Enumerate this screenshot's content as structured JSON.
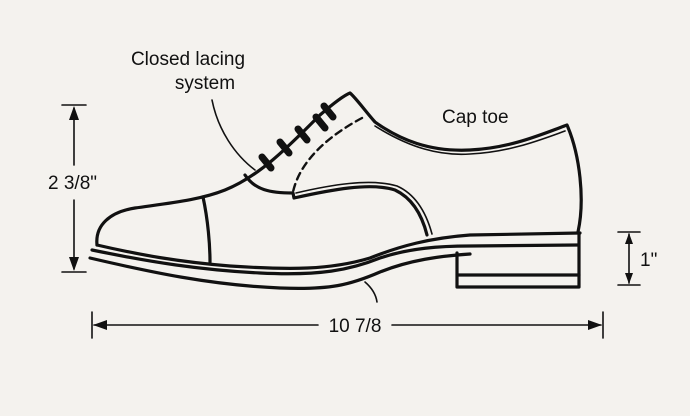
{
  "labels": {
    "lacing_line1": "Closed lacing",
    "lacing_line2": "system",
    "cap_toe": "Cap toe"
  },
  "dimensions": {
    "height": "2 3/8\"",
    "heel_height": "1\"",
    "length": "10 7/8"
  },
  "colors": {
    "background": "#f4f2ee",
    "ink": "#111111"
  }
}
